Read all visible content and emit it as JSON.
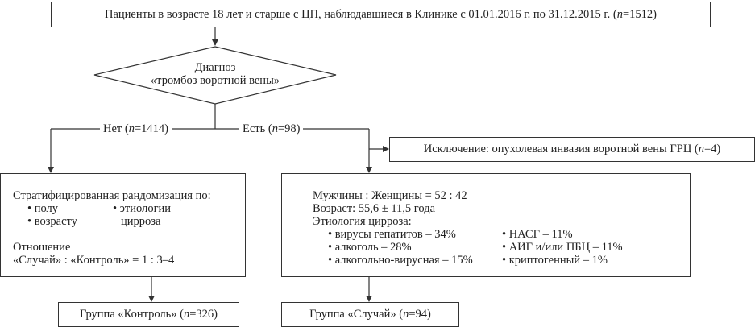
{
  "top_box": {
    "text_pre": "Пациенты в возрасте 18 лет и старше с ЦП, наблюдавшиеся в Клинике с 01.01.2016 г. по 31.12.2015 г. (",
    "n": "n",
    "text_post": "=1512)"
  },
  "decision": {
    "line1": "Диагноз",
    "line2": "«тромбоз воротной вены»"
  },
  "branch_no": {
    "pre": "Нет (",
    "n": "n",
    "post": "=1414)"
  },
  "branch_yes": {
    "pre": "Есть (",
    "n": "n",
    "post": "=98)"
  },
  "exclusion": {
    "pre": "Исключение: опухолевая инвазия воротной вены ГРЦ (",
    "n": "n",
    "post": "=4)"
  },
  "left_box": {
    "heading": "Стратифицированная рандомизация по:",
    "items": [
      "• полу",
      "• возрасту",
      "• этиологии",
      "цирроза"
    ],
    "ratio_label": "Отношение",
    "ratio": "«Случай» : «Контроль» = 1 : 3–4"
  },
  "right_box": {
    "sex": "Мужчины : Женщины = 52 : 42",
    "age": "Возраст: 55,6 ± 11,5 года",
    "etiology_heading": "Этиология цирроза:",
    "etiology_left": [
      "• вирусы гепатитов – 34%",
      "• алкоголь – 28%",
      "• алкогольно-вирусная – 15%"
    ],
    "etiology_right": [
      "• НАСГ – 11%",
      "• АИГ и/или ПБЦ – 11%",
      "• криптогенный – 1%"
    ]
  },
  "control_group": {
    "pre": "Группа «Контроль» (",
    "n": "n",
    "post": "=326)"
  },
  "case_group": {
    "pre": "Группа «Случай» (",
    "n": "n",
    "post": "=94)"
  }
}
